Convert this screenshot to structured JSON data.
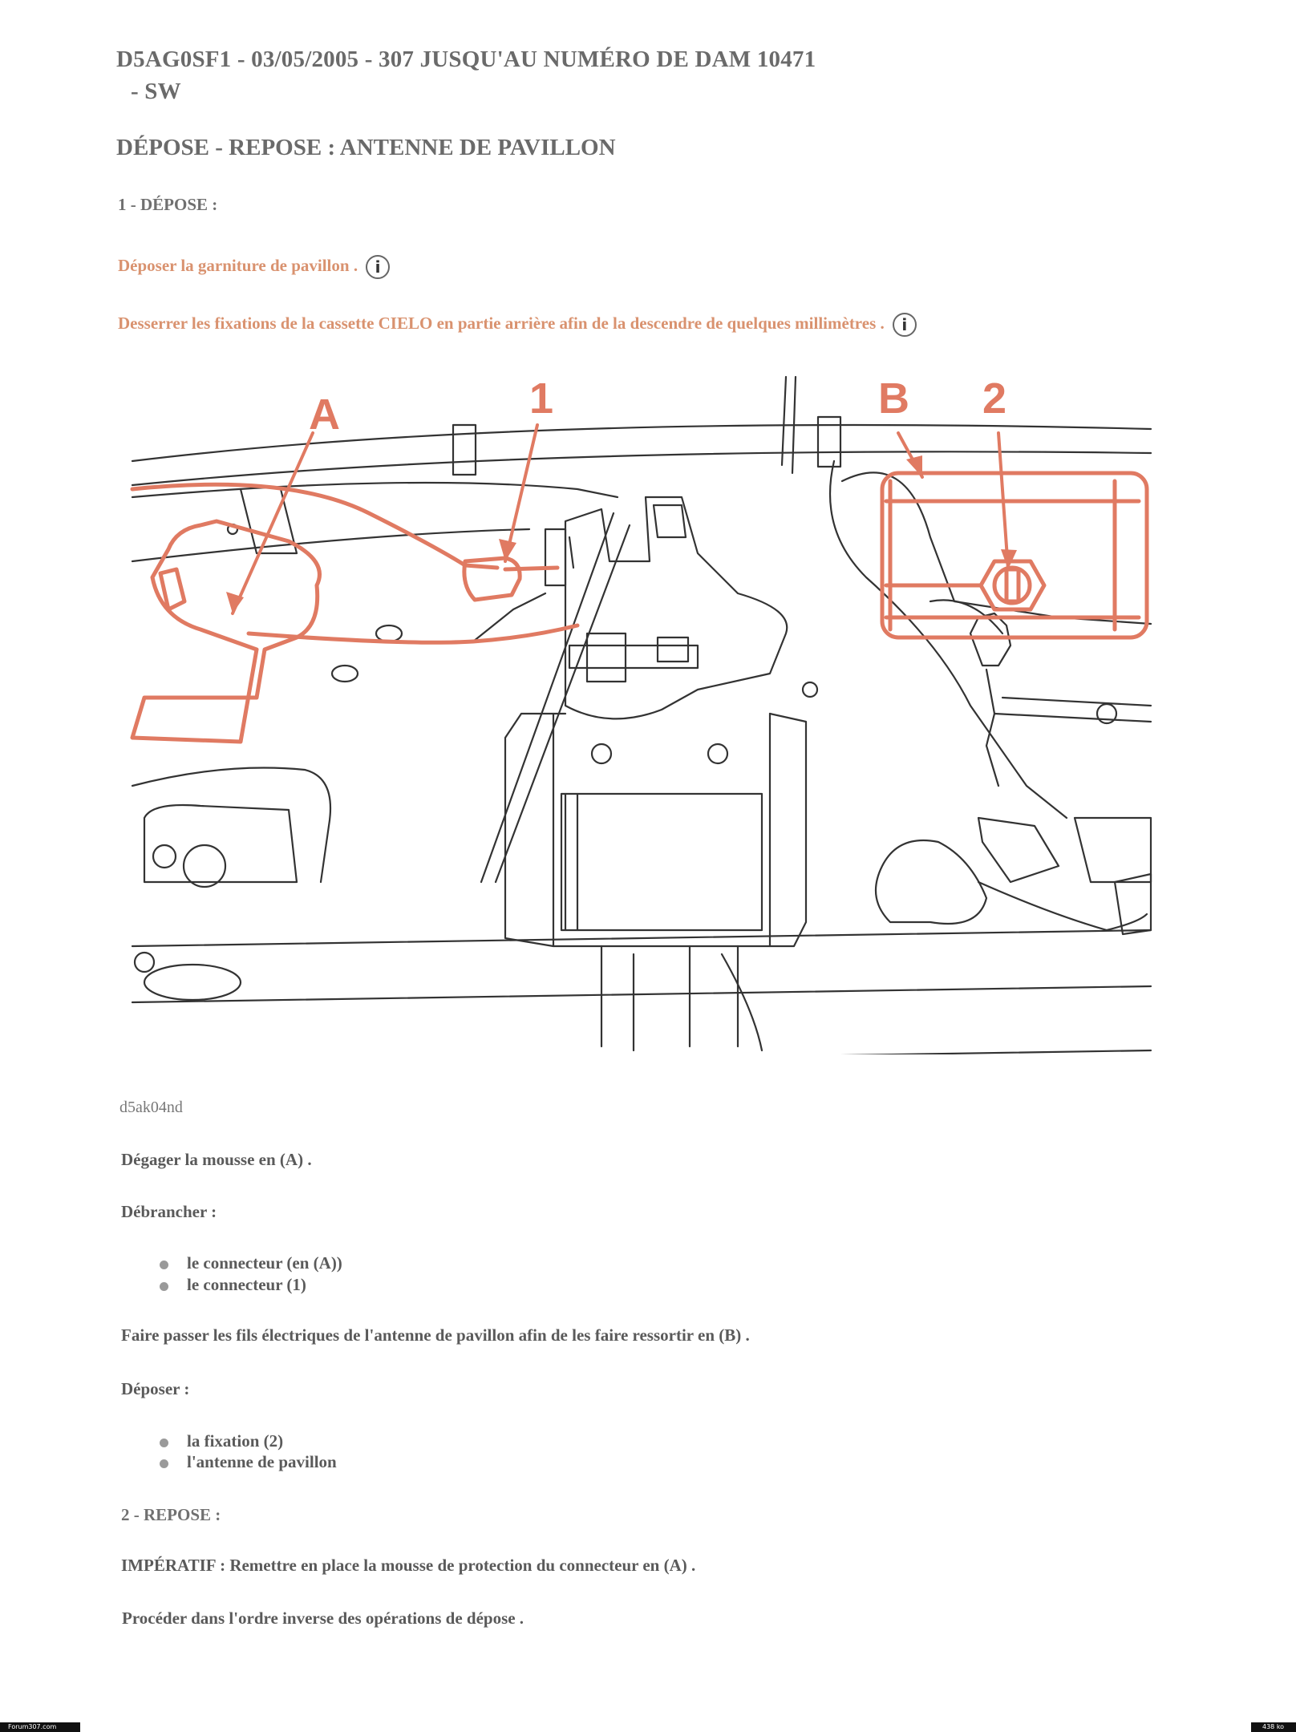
{
  "doc": {
    "title_line1": "D5AG0SF1 - 03/05/2005 - 307 JUSQU'AU NUMÉRO DE DAM 10471",
    "title_line2": "- SW",
    "heading": "DÉPOSE - REPOSE : ANTENNE DE PAVILLON",
    "section1": "1 - DÉPOSE :",
    "step1": "Déposer la garniture de pavillon .",
    "step2": "Desserrer les fixations de la cassette CIELO en partie arrière afin de la descendre de quelques millimètres .",
    "info_glyph": "i"
  },
  "figure": {
    "callouts": {
      "a": "A",
      "one": "1",
      "b": "B",
      "two": "2"
    },
    "caption": "d5ak04nd",
    "highlight_color": "#e07a62"
  },
  "instructions": {
    "p1": "Dégager la mousse en (A) .",
    "p2": "Débrancher :",
    "list1": [
      "le connecteur (en (A))",
      "le connecteur (1)"
    ],
    "p3": "Faire passer les fils électriques de l'antenne de pavillon afin de les faire ressortir en (B) .",
    "p4": "Déposer :",
    "list2": [
      "la fixation (2)",
      "l'antenne de pavillon"
    ],
    "section2": "2 - REPOSE :",
    "p5": "IMPÉRATIF : Remettre en place la mousse de protection du connecteur en (A) .",
    "p6": "Procéder dans l'ordre inverse des opérations de dépose ."
  },
  "footer": {
    "left": "Forum307.com",
    "right": "438 ko"
  }
}
